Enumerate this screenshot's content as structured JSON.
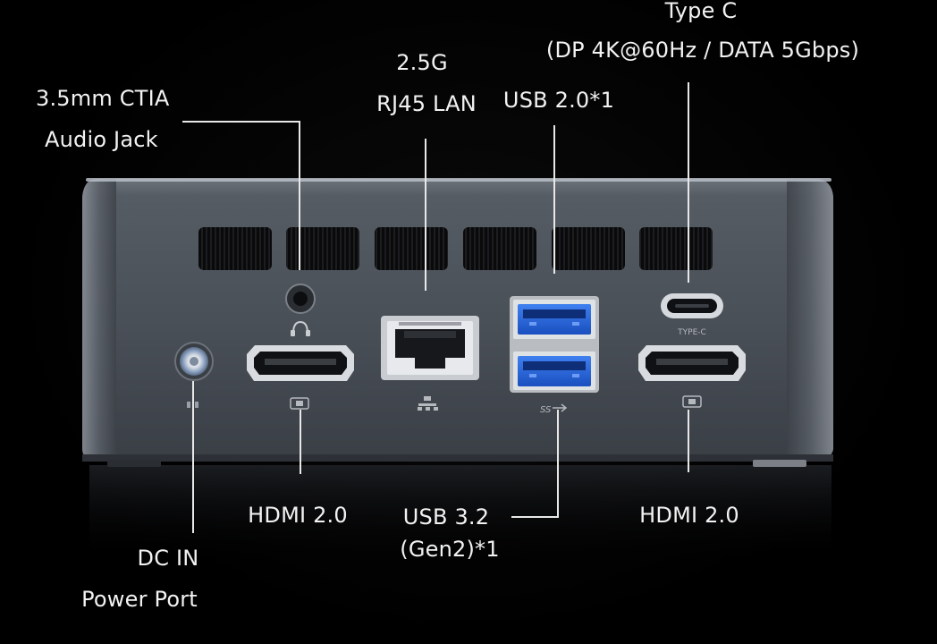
{
  "labels": {
    "audio_line1": "3.5mm CTIA",
    "audio_line2": "Audio Jack",
    "lan_line1": "2.5G",
    "lan_line2": "RJ45 LAN",
    "usb2": "USB 2.0*1",
    "typec_line1": "Type C",
    "typec_line2": "(DP 4K@60Hz / DATA 5Gbps)",
    "hdmi_left": "HDMI 2.0",
    "usb32_line1": "USB 3.2",
    "usb32_line2": "(Gen2)*1",
    "hdmi_right": "HDMI 2.0",
    "dcin_line1": "DC IN",
    "dcin_line2": "Power Port"
  },
  "port_marks": {
    "typec_mark": "TYPE-C",
    "usb_mark": "SS"
  },
  "colors": {
    "chassis": "#4a5058",
    "usb3_blue": "#1f5fd6",
    "leader": "#e8e8e8"
  }
}
